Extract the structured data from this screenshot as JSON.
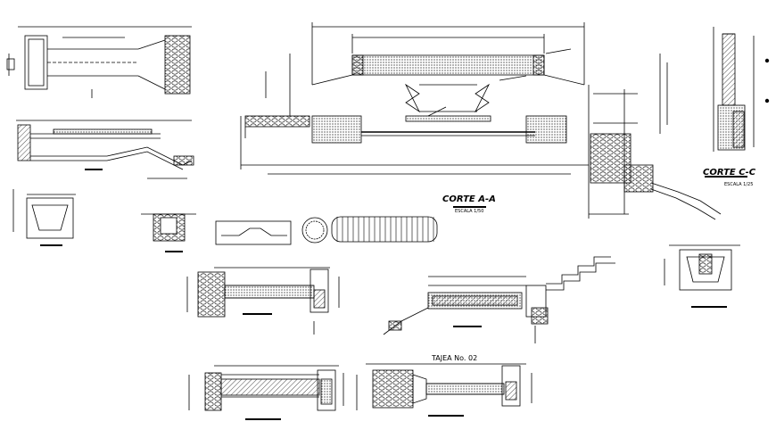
{
  "drawing": {
    "labels": {
      "corte_aa": "CORTE A-A",
      "corte_cc": "CORTE C-C",
      "tajea": "TAJEA No. 02",
      "escala_aa": "ESCALA 1/50",
      "escala_cc": "ESCALA 1/25"
    },
    "colors": {
      "line": "#000000",
      "background": "#ffffff",
      "hatch": "#444444"
    }
  }
}
